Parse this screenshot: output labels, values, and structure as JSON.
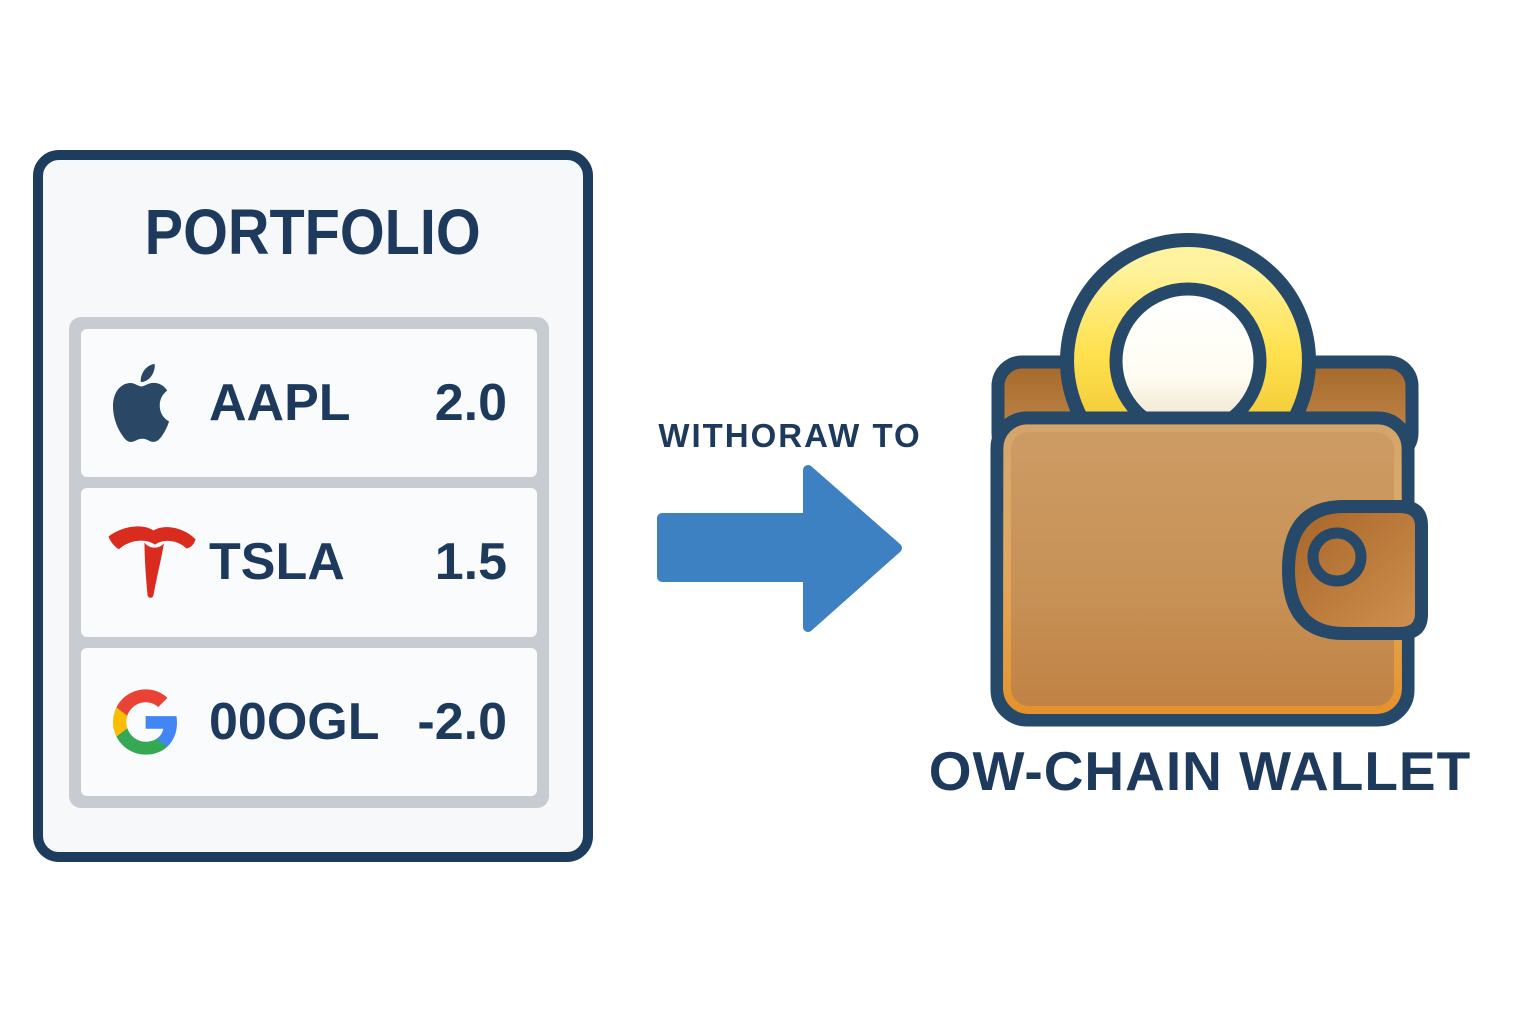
{
  "portfolio": {
    "title": "PORTFOLIO",
    "holdings": [
      {
        "icon": "apple-logo-icon",
        "ticker": "AAPL",
        "amount": "2.0"
      },
      {
        "icon": "tesla-logo-icon",
        "ticker": "TSLA",
        "amount": "1.5"
      },
      {
        "icon": "google-logo-icon",
        "ticker": "00OGL",
        "amount": "-2.0"
      }
    ]
  },
  "transfer": {
    "label": "WITHORAW TO",
    "arrow_icon": "right-arrow-icon",
    "arrow_direction": "right"
  },
  "wallet": {
    "label": "OW-CHAIN WALLET",
    "icon": "wallet-with-coin-icon"
  },
  "colors": {
    "navy_text": "#1d3a5c",
    "outline_navy": "#264869",
    "card_border": "#1e3c5e",
    "card_background": "#f6f8f9",
    "row_background": "#fafbfc",
    "list_border_gray": "#c7ccd2",
    "arrow_blue": "#3e81c3",
    "tesla_red": "#da2c1e",
    "apple_navy": "#2a4866",
    "google_blue": "#4285F4",
    "google_green": "#34A853",
    "google_yellow": "#FBBC04",
    "google_red": "#EA4335",
    "wallet_leather": "#c89257",
    "wallet_flap": "#b0702f",
    "wallet_strap": "#bd7b3d",
    "wallet_rim_orange": "#e5922d",
    "coin_gold": "#ffe14f",
    "coin_face": "#fffdf4"
  }
}
